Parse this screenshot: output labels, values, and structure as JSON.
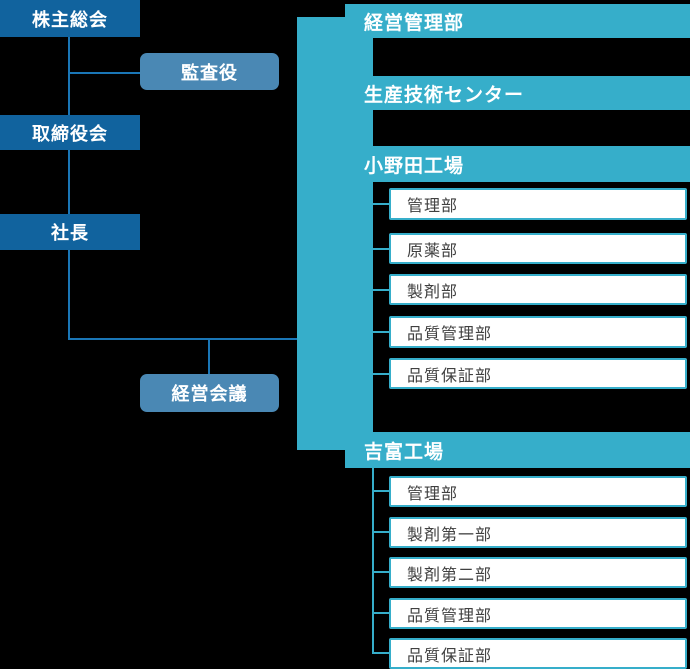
{
  "governance": {
    "shareholders_meeting": "株主総会",
    "auditor": "監査役",
    "board_of_directors": "取締役会",
    "president": "社長",
    "management_meeting": "経営会議"
  },
  "divisions": {
    "management_dept": "経営管理部",
    "production_tech_center": "生産技術センター"
  },
  "factories": [
    {
      "name": "小野田工場",
      "departments": [
        "管理部",
        "原薬部",
        "製剤部",
        "品質管理部",
        "品質保証部"
      ]
    },
    {
      "name": "吉富工場",
      "departments": [
        "管理部",
        "製剤第一部",
        "製剤第二部",
        "品質管理部",
        "品質保証部"
      ]
    }
  ],
  "colors": {
    "primary_blue": "#11639E",
    "secondary_blue": "#4A88B4",
    "teal": "#36AECA",
    "connector_blue": "#1A76B6",
    "box_text": "#404040",
    "background": "#000000"
  }
}
